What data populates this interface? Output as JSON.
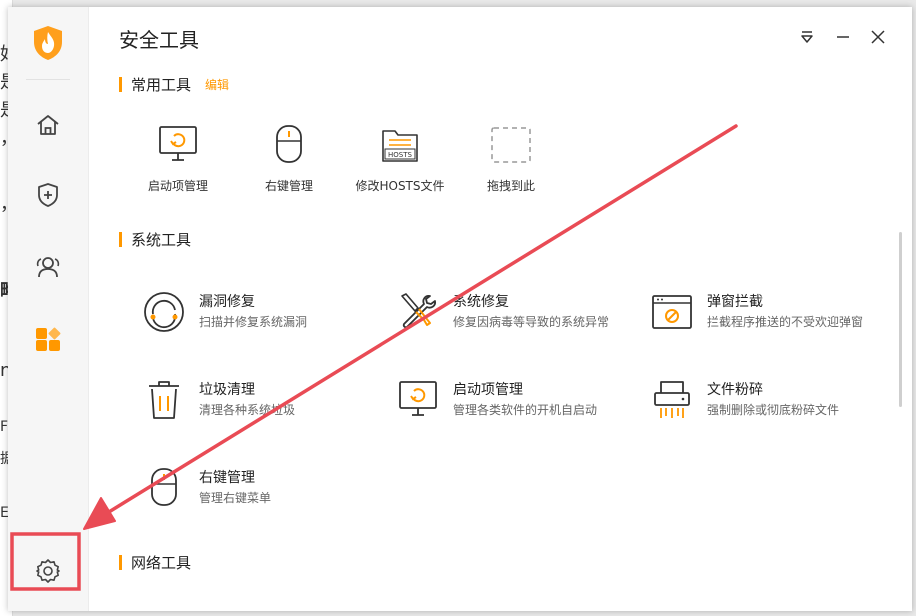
{
  "window": {
    "title": "安全工具"
  },
  "background_chars": [
    "好",
    "是",
    "是",
    "，",
    "，",
    "略",
    "nc",
    "FV",
    "据",
    "E"
  ],
  "sidebar": {
    "items": [
      {
        "name": "home",
        "icon": "home-icon"
      },
      {
        "name": "protection",
        "icon": "shield-plus-icon"
      },
      {
        "name": "users",
        "icon": "users-icon"
      },
      {
        "name": "toolbox",
        "icon": "apps-icon",
        "active": true
      },
      {
        "name": "settings",
        "icon": "gear-icon"
      }
    ]
  },
  "common_tools": {
    "title": "常用工具",
    "edit_label": "编辑",
    "items": [
      {
        "label": "启动项管理",
        "icon": "monitor-startup-icon"
      },
      {
        "label": "右键管理",
        "icon": "mouse-icon"
      },
      {
        "label": "修改HOSTS文件",
        "icon": "hosts-folder-icon",
        "icon_text": "HOSTS"
      },
      {
        "label": "拖拽到此",
        "icon": "drop-target-icon"
      }
    ]
  },
  "system_tools": {
    "title": "系统工具",
    "items": [
      {
        "name": "漏洞修复",
        "desc": "扫描并修复系统漏洞",
        "icon": "vulnerability-fix-icon"
      },
      {
        "name": "系统修复",
        "desc": "修复因病毒等导致的系统异常",
        "icon": "wrench-screwdriver-icon"
      },
      {
        "name": "弹窗拦截",
        "desc": "拦截程序推送的不受欢迎弹窗",
        "icon": "popup-block-icon"
      },
      {
        "name": "垃圾清理",
        "desc": "清理各种系统垃圾",
        "icon": "trash-icon"
      },
      {
        "name": "启动项管理",
        "desc": "管理各类软件的开机自启动",
        "icon": "monitor-startup-icon"
      },
      {
        "name": "文件粉碎",
        "desc": "强制删除或彻底粉碎文件",
        "icon": "shredder-icon"
      },
      {
        "name": "右键管理",
        "desc": "管理右键菜单",
        "icon": "mouse-icon"
      }
    ]
  },
  "network_tools": {
    "title": "网络工具"
  },
  "colors": {
    "accent": "#ff9800",
    "annotation": "#e94b55",
    "icon_stroke": "#333333"
  }
}
